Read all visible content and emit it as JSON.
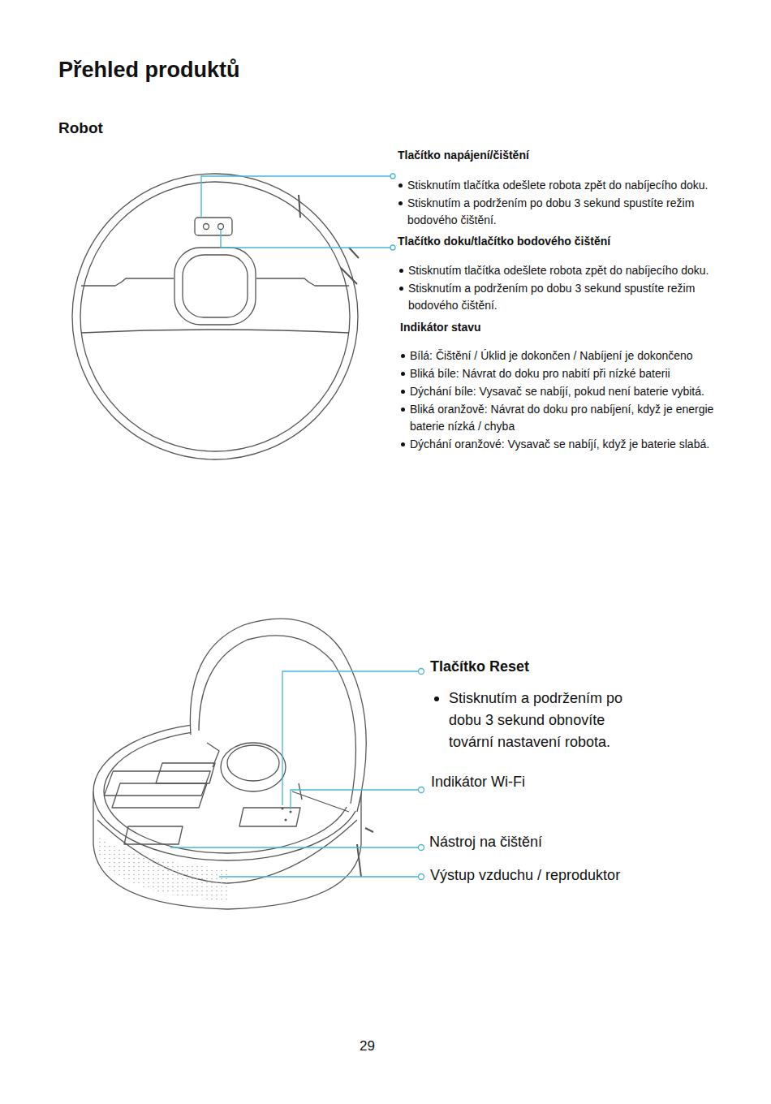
{
  "diagram": {
    "title": "Přehled produktů",
    "labels": [
      "Robot",
      "Tlačítko napájení/čištění",
      "Stisknutím tlačítka odešlete robota zpět do nabíjecího doku.",
      "Stisknutím a podržením po dobu 3 sekund spustíte režim bodového čištění.",
      "Tlačítko doku/tlačítko bodového čištění",
      "Stisknutím tlačítka odešlete robota zpět do nabíjecího doku.",
      "Stisknutím a podržením po dobu 3 sekund spustíte režim bodového čištění.",
      "Indikátor stavu",
      "Bílá: Čištění / Úklid je dokončen / Nabíjení je dokončeno",
      "Bliká bíle: Návrat do doku pro nabití při nízké baterii",
      "Dýchání bíle: Vysavač se nabíjí, pokud není baterie vybitá.",
      "Bliká oranžově: Návrat do doku pro nabíjení, když je energie baterie nízká / chyba",
      "Dýchání oranžové: Vysavač se nabíjí, když je baterie slabá.",
      "Tlačítko Reset",
      "Stisknutím a podržením po dobu 3 sekund obnovíte tovární nastavení robota.",
      "Indikátor Wi-Fi",
      "Nástroj na čištění",
      "Výstup vzduchu / reproduktor",
      "29"
    ]
  }
}
